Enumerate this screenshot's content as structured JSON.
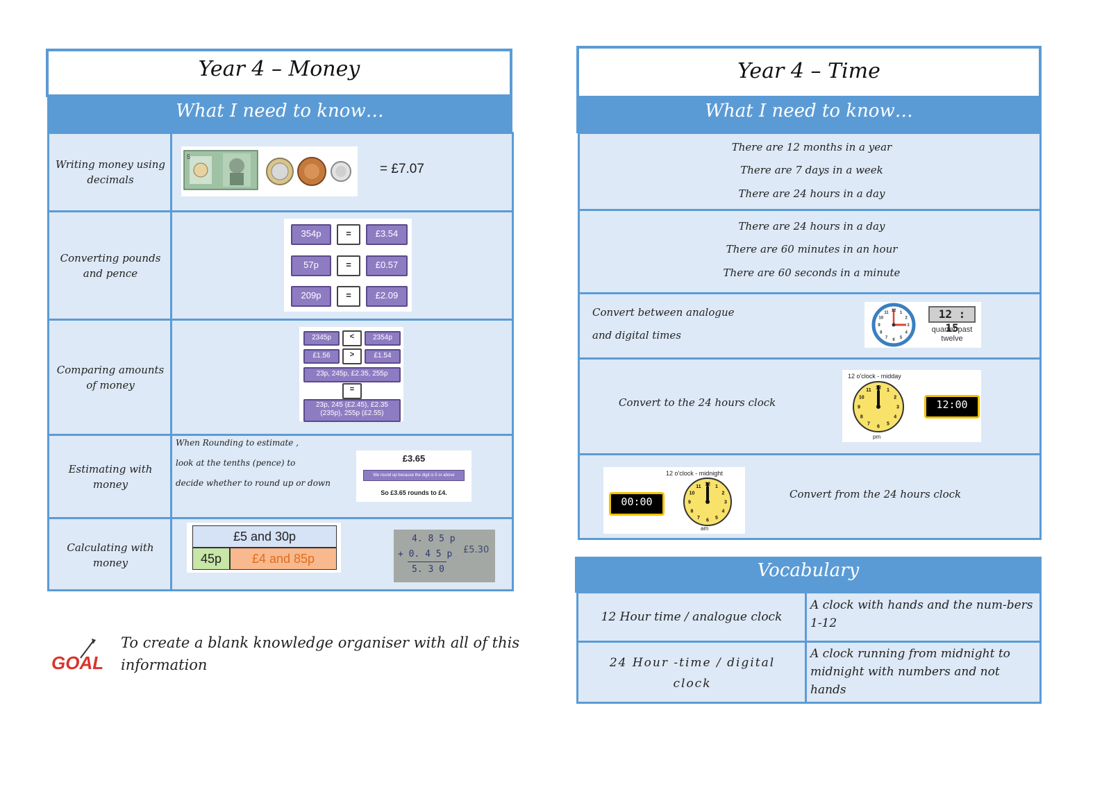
{
  "money": {
    "title": "Year 4 – Money",
    "subtitle": "What I need to know…",
    "rows": [
      {
        "label": "Writing money using decimals",
        "equals": "= £7.07"
      },
      {
        "label": "Converting pounds and pence",
        "conversions": [
          {
            "left": "354p",
            "op": "=",
            "right": "£3.54"
          },
          {
            "left": "57p",
            "op": "=",
            "right": "£0.57"
          },
          {
            "left": "209p",
            "op": "=",
            "right": "£2.09"
          }
        ]
      },
      {
        "label": "Comparing amounts of money",
        "compare": [
          {
            "left": "2345p",
            "op": "<",
            "right": "2354p"
          },
          {
            "left": "£1.56",
            "op": ">",
            "right": "£1.54"
          }
        ],
        "list": "23p, 245p, £2.35, 255p",
        "list_op": "=",
        "list_converted": "23p, 245 (£2.45), £2.35 (235p), 255p (£2.55)"
      },
      {
        "label": "Estimating with money",
        "notes": [
          "When Rounding to estimate ,",
          "look at the tenths (pence) to",
          "decide whether to round up or down"
        ],
        "example_amount": "£3.65",
        "example_bar": "We round up because the digit is 5 or above",
        "example_result": "So £3.65 rounds to £4."
      },
      {
        "label": "Calculating with money",
        "bar_top": "£5 and 30p",
        "bar_left": "45p",
        "bar_right": "£4 and 85p",
        "sum_line1": "4. 8 5 p",
        "sum_line2": "+ 0. 4 5 p",
        "sum_result": "5. 3 0",
        "sum_answer": "£5.30"
      }
    ]
  },
  "time": {
    "title": "Year 4 – Time",
    "subtitle": "What I need to know…",
    "facts1": [
      "There are 12 months in a year",
      "There are 7 days in a week",
      "There are 24 hours in a day"
    ],
    "facts2": [
      "There are 24 hours in a day",
      "There are 60 minutes in an hour",
      "There are 60 seconds in a minute"
    ],
    "convert_label_1": "Convert between analogue",
    "convert_label_2": "and digital times",
    "digital_1": "12 : 15",
    "digital_caption": "quarter past twelve",
    "to24_label": "Convert to the 24 hours clock",
    "midday_caption": "12 o'clock - midday",
    "pm_label": "pm",
    "digital_2": "12:00",
    "from24_label": "Convert from the 24 hours clock",
    "midnight_caption": "12 o'clock - midnight",
    "am_label": "am",
    "digital_3": "00:00",
    "clock_numbers": [
      "12",
      "1",
      "2",
      "3",
      "4",
      "5",
      "6",
      "7",
      "8",
      "9",
      "10",
      "11"
    ]
  },
  "vocab": {
    "title": "Vocabulary",
    "rows": [
      {
        "term": "12 Hour time / analogue clock",
        "def": "A clock with hands and the num-bers 1-12"
      },
      {
        "term": "24 Hour -time / digital clock",
        "def": "A clock running from midnight to midnight with numbers and not hands"
      }
    ]
  },
  "goal": {
    "logo": "GOAL",
    "text": "To create a blank knowledge organiser with all of this information"
  },
  "colors": {
    "accent": "#5b9bd5",
    "panel": "#dde9f6",
    "purple": "#8e7cc3"
  }
}
